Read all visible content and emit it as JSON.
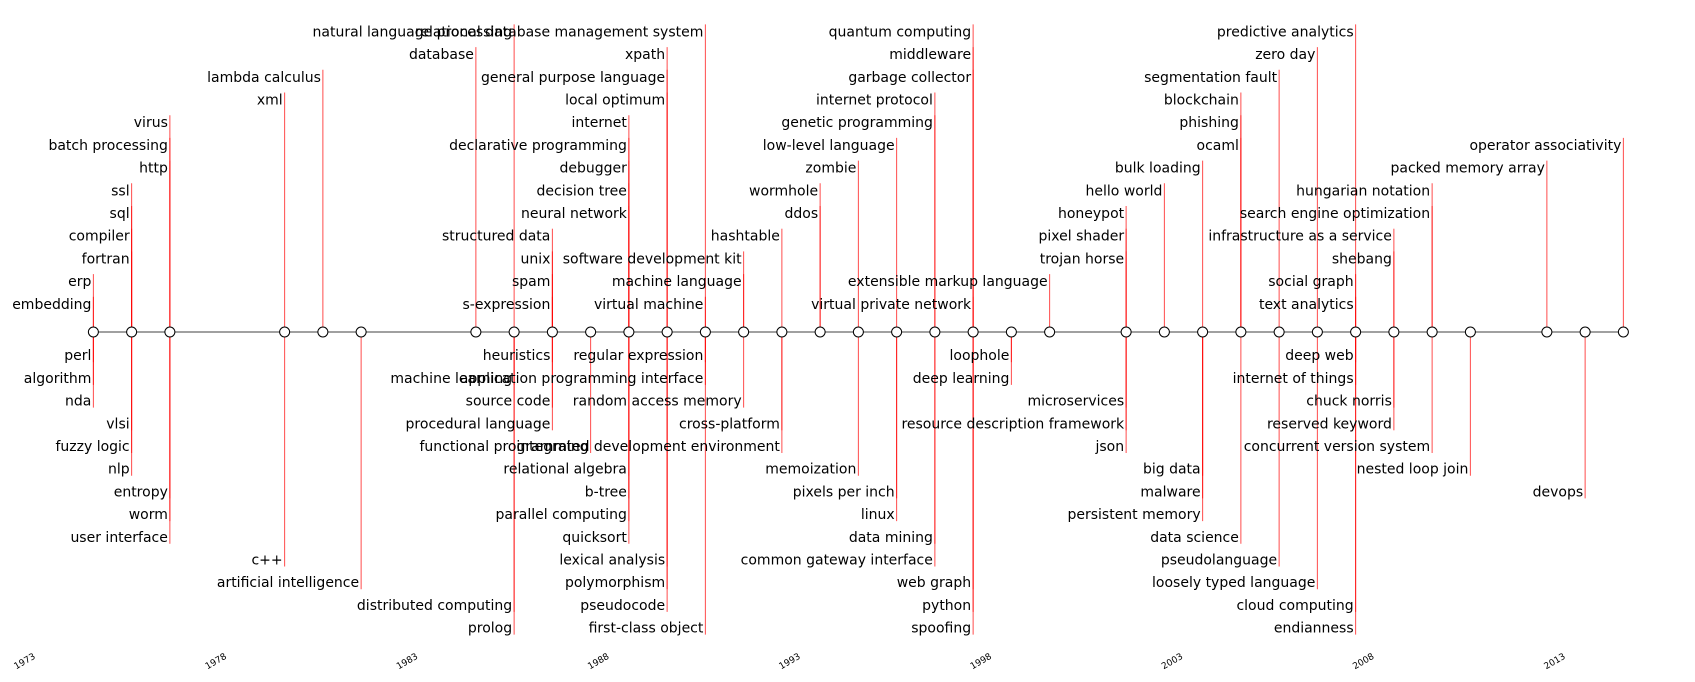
{
  "chart_data": {
    "type": "timeline",
    "title": "",
    "xlabel": "",
    "ylabel": "",
    "x_ticks": [
      "1973",
      "1978",
      "1983",
      "1988",
      "1993",
      "1998",
      "2003",
      "2008",
      "2013"
    ],
    "xlim": [
      1973,
      2017.8
    ],
    "grid": false,
    "line_color": "#808080",
    "stem_color": "#ff0000",
    "marker_fill": "#ffffff",
    "events": [
      {
        "label": "embedding",
        "year": 1974.5,
        "level": 1
      },
      {
        "label": "erp",
        "year": 1974.5,
        "level": 2
      },
      {
        "label": "fortran",
        "year": 1975.5,
        "level": 3
      },
      {
        "label": "compiler",
        "year": 1975.5,
        "level": 4
      },
      {
        "label": "sql",
        "year": 1975.5,
        "level": 5
      },
      {
        "label": "ssl",
        "year": 1975.5,
        "level": 6
      },
      {
        "label": "http",
        "year": 1976.5,
        "level": 7
      },
      {
        "label": "batch processing",
        "year": 1976.5,
        "level": 8
      },
      {
        "label": "virus",
        "year": 1976.5,
        "level": 9
      },
      {
        "label": "xml",
        "year": 1979.5,
        "level": 10
      },
      {
        "label": "lambda calculus",
        "year": 1980.5,
        "level": 11
      },
      {
        "label": "database",
        "year": 1984.5,
        "level": 12
      },
      {
        "label": "natural language processing",
        "year": 1985.5,
        "level": 13
      },
      {
        "label": "s-expression",
        "year": 1986.5,
        "level": 1
      },
      {
        "label": "spam",
        "year": 1986.5,
        "level": 2
      },
      {
        "label": "unix",
        "year": 1986.5,
        "level": 3
      },
      {
        "label": "structured data",
        "year": 1986.5,
        "level": 4
      },
      {
        "label": "neural network",
        "year": 1988.5,
        "level": 5
      },
      {
        "label": "decision tree",
        "year": 1988.5,
        "level": 6
      },
      {
        "label": "debugger",
        "year": 1988.5,
        "level": 7
      },
      {
        "label": "declarative programming",
        "year": 1988.5,
        "level": 8
      },
      {
        "label": "internet",
        "year": 1988.5,
        "level": 9
      },
      {
        "label": "local optimum",
        "year": 1989.5,
        "level": 10
      },
      {
        "label": "general purpose language",
        "year": 1989.5,
        "level": 11
      },
      {
        "label": "xpath",
        "year": 1989.5,
        "level": 12
      },
      {
        "label": "relational database management system",
        "year": 1990.5,
        "level": 13
      },
      {
        "label": "virtual machine",
        "year": 1990.5,
        "level": 1
      },
      {
        "label": "machine language",
        "year": 1991.5,
        "level": 2
      },
      {
        "label": "software development kit",
        "year": 1991.5,
        "level": 3
      },
      {
        "label": "hashtable",
        "year": 1992.5,
        "level": 4
      },
      {
        "label": "ddos",
        "year": 1993.5,
        "level": 5
      },
      {
        "label": "wormhole",
        "year": 1993.5,
        "level": 6
      },
      {
        "label": "zombie",
        "year": 1994.5,
        "level": 7
      },
      {
        "label": "low-level language",
        "year": 1995.5,
        "level": 8
      },
      {
        "label": "genetic programming",
        "year": 1996.5,
        "level": 9
      },
      {
        "label": "internet protocol",
        "year": 1996.5,
        "level": 10
      },
      {
        "label": "garbage collector",
        "year": 1997.5,
        "level": 11
      },
      {
        "label": "middleware",
        "year": 1997.5,
        "level": 12
      },
      {
        "label": "quantum computing",
        "year": 1997.5,
        "level": 13
      },
      {
        "label": "virtual private network",
        "year": 1997.5,
        "level": 1
      },
      {
        "label": "extensible markup language",
        "year": 1999.5,
        "level": 2
      },
      {
        "label": "trojan horse",
        "year": 2001.5,
        "level": 3
      },
      {
        "label": "pixel shader",
        "year": 2001.5,
        "level": 4
      },
      {
        "label": "honeypot",
        "year": 2001.5,
        "level": 5
      },
      {
        "label": "hello world",
        "year": 2002.5,
        "level": 6
      },
      {
        "label": "bulk loading",
        "year": 2003.5,
        "level": 7
      },
      {
        "label": "ocaml",
        "year": 2004.5,
        "level": 8
      },
      {
        "label": "phishing",
        "year": 2004.5,
        "level": 9
      },
      {
        "label": "blockchain",
        "year": 2004.5,
        "level": 10
      },
      {
        "label": "segmentation fault",
        "year": 2005.5,
        "level": 11
      },
      {
        "label": "zero day",
        "year": 2006.5,
        "level": 12
      },
      {
        "label": "predictive analytics",
        "year": 2007.5,
        "level": 13
      },
      {
        "label": "text analytics",
        "year": 2007.5,
        "level": 1
      },
      {
        "label": "social graph",
        "year": 2007.5,
        "level": 2
      },
      {
        "label": "shebang",
        "year": 2008.5,
        "level": 3
      },
      {
        "label": "infrastructure as a service",
        "year": 2008.5,
        "level": 4
      },
      {
        "label": "search engine optimization",
        "year": 2009.5,
        "level": 5
      },
      {
        "label": "hungarian notation",
        "year": 2009.5,
        "level": 6
      },
      {
        "label": "packed memory array",
        "year": 2012.5,
        "level": 7
      },
      {
        "label": "operator associativity",
        "year": 2014.5,
        "level": 8
      },
      {
        "label": "perl",
        "year": 1974.5,
        "level": -1
      },
      {
        "label": "algorithm",
        "year": 1974.5,
        "level": -2
      },
      {
        "label": "nda",
        "year": 1974.5,
        "level": -3
      },
      {
        "label": "vlsi",
        "year": 1975.5,
        "level": -4
      },
      {
        "label": "fuzzy logic",
        "year": 1975.5,
        "level": -5
      },
      {
        "label": "nlp",
        "year": 1975.5,
        "level": -6
      },
      {
        "label": "entropy",
        "year": 1976.5,
        "level": -7
      },
      {
        "label": "worm",
        "year": 1976.5,
        "level": -8
      },
      {
        "label": "user interface",
        "year": 1976.5,
        "level": -9
      },
      {
        "label": "c++",
        "year": 1979.5,
        "level": -10
      },
      {
        "label": "artificial intelligence",
        "year": 1981.5,
        "level": -11
      },
      {
        "label": "distributed computing",
        "year": 1985.5,
        "level": -12
      },
      {
        "label": "prolog",
        "year": 1985.5,
        "level": -13
      },
      {
        "label": "heuristics",
        "year": 1986.5,
        "level": -1
      },
      {
        "label": "machine learning",
        "year": 1985.5,
        "level": -2
      },
      {
        "label": "source code",
        "year": 1986.5,
        "level": -3
      },
      {
        "label": "procedural language",
        "year": 1986.5,
        "level": -4
      },
      {
        "label": "functional programming",
        "year": 1987.5,
        "level": -5
      },
      {
        "label": "relational algebra",
        "year": 1988.5,
        "level": -6
      },
      {
        "label": "b-tree",
        "year": 1988.5,
        "level": -7
      },
      {
        "label": "parallel computing",
        "year": 1988.5,
        "level": -8
      },
      {
        "label": "quicksort",
        "year": 1988.5,
        "level": -9
      },
      {
        "label": "lexical analysis",
        "year": 1989.5,
        "level": -10
      },
      {
        "label": "polymorphism",
        "year": 1989.5,
        "level": -11
      },
      {
        "label": "pseudocode",
        "year": 1989.5,
        "level": -12
      },
      {
        "label": "first-class object",
        "year": 1990.5,
        "level": -13
      },
      {
        "label": "regular expression",
        "year": 1990.5,
        "level": -1
      },
      {
        "label": "application programming interface",
        "year": 1990.5,
        "level": -2
      },
      {
        "label": "random access memory",
        "year": 1991.5,
        "level": -3
      },
      {
        "label": "cross-platform",
        "year": 1992.5,
        "level": -4
      },
      {
        "label": "integrated development environment",
        "year": 1992.5,
        "level": -5
      },
      {
        "label": "memoization",
        "year": 1994.5,
        "level": -6
      },
      {
        "label": "pixels per inch",
        "year": 1995.5,
        "level": -7
      },
      {
        "label": "linux",
        "year": 1995.5,
        "level": -8
      },
      {
        "label": "data mining",
        "year": 1996.5,
        "level": -9
      },
      {
        "label": "common gateway interface",
        "year": 1996.5,
        "level": -10
      },
      {
        "label": "web graph",
        "year": 1997.5,
        "level": -11
      },
      {
        "label": "python",
        "year": 1997.5,
        "level": -12
      },
      {
        "label": "spoofing",
        "year": 1997.5,
        "level": -13
      },
      {
        "label": "loophole",
        "year": 1998.5,
        "level": -1
      },
      {
        "label": "deep learning",
        "year": 1998.5,
        "level": -2
      },
      {
        "label": "microservices",
        "year": 2001.5,
        "level": -3
      },
      {
        "label": "resource description framework",
        "year": 2001.5,
        "level": -4
      },
      {
        "label": "json",
        "year": 2001.5,
        "level": -5
      },
      {
        "label": "big data",
        "year": 2003.5,
        "level": -6
      },
      {
        "label": "malware",
        "year": 2003.5,
        "level": -7
      },
      {
        "label": "persistent memory",
        "year": 2003.5,
        "level": -8
      },
      {
        "label": "data science",
        "year": 2004.5,
        "level": -9
      },
      {
        "label": "pseudolanguage",
        "year": 2005.5,
        "level": -10
      },
      {
        "label": "loosely typed language",
        "year": 2006.5,
        "level": -11
      },
      {
        "label": "cloud computing",
        "year": 2007.5,
        "level": -12
      },
      {
        "label": "endianness",
        "year": 2007.5,
        "level": -13
      },
      {
        "label": "deep web",
        "year": 2007.5,
        "level": -1
      },
      {
        "label": "internet of things",
        "year": 2007.5,
        "level": -2
      },
      {
        "label": "chuck norris",
        "year": 2008.5,
        "level": -3
      },
      {
        "label": "reserved keyword",
        "year": 2008.5,
        "level": -4
      },
      {
        "label": "concurrent version system",
        "year": 2009.5,
        "level": -5
      },
      {
        "label": "nested loop join",
        "year": 2010.5,
        "level": -6
      },
      {
        "label": "devops",
        "year": 2013.5,
        "level": -7
      }
    ]
  }
}
